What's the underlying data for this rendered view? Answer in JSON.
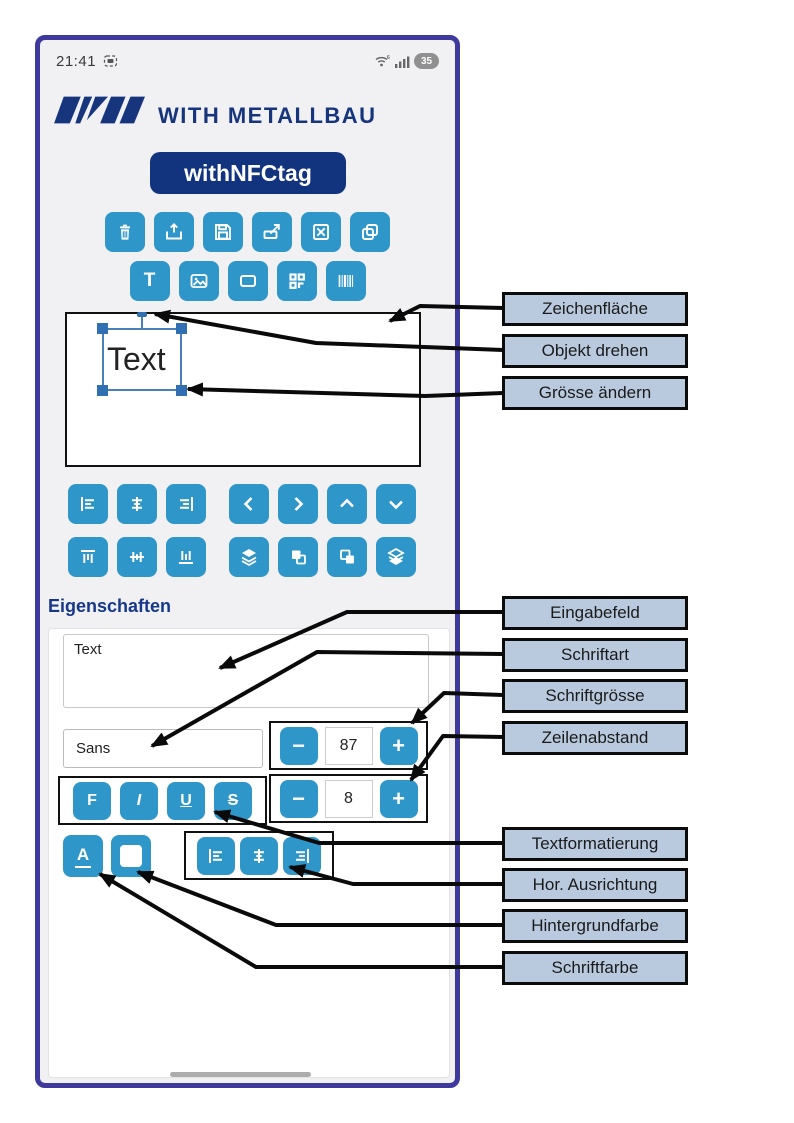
{
  "status_bar": {
    "time": "21:41",
    "battery_level": "35",
    "left_icons": [
      "screen-cast"
    ],
    "right_icons": [
      "wifi-6",
      "signal-strength",
      "battery"
    ]
  },
  "header": {
    "brand": "WITH METALLBAU",
    "app_name": "withNFCtag"
  },
  "toolbar": {
    "row1_icons": [
      "trash",
      "open",
      "save",
      "export",
      "clear",
      "duplicate"
    ],
    "row2_icons": [
      "add-text",
      "add-image",
      "add-shape",
      "add-qrcode",
      "add-barcode"
    ],
    "text_tool_label": "T"
  },
  "canvas": {
    "object_text": "Text"
  },
  "object_tools": {
    "row1_icons": [
      "align-left",
      "align-center-horizontal",
      "align-right",
      "move-left",
      "move-right",
      "move-up",
      "move-down"
    ],
    "row2_icons": [
      "align-top",
      "align-middle-vertical",
      "align-bottom",
      "bring-forward",
      "bring-to-front",
      "send-to-back",
      "send-backward"
    ]
  },
  "properties": {
    "heading": "Eigenschaften",
    "text_value": "Text",
    "font_family": "Sans",
    "font_size": "87",
    "line_spacing": "8",
    "minus": "−",
    "plus": "+",
    "format_buttons": [
      {
        "label": "F"
      },
      {
        "label": "I"
      },
      {
        "label": "U"
      },
      {
        "label": "S"
      }
    ],
    "font_color_label": "A",
    "align_icons": [
      "align-left",
      "align-center-horizontal",
      "align-right"
    ]
  },
  "annotations": {
    "items": [
      {
        "label": "Zeichenfläche"
      },
      {
        "label": "Objekt drehen"
      },
      {
        "label": "Grösse ändern"
      },
      {
        "label": "Eingabefeld"
      },
      {
        "label": "Schriftart"
      },
      {
        "label": "Schriftgrösse"
      },
      {
        "label": "Zeilenabstand"
      },
      {
        "label": "Textformatierung"
      },
      {
        "label": "Hor. Ausrichtung"
      },
      {
        "label": "Hintergrundfarbe"
      },
      {
        "label": "Schriftfarbe"
      }
    ]
  },
  "colors": {
    "accent_blue": "#2e96c8",
    "brand_navy": "#16357d",
    "frame_border": "#3e3a9d",
    "annotation_fill": "#b9cadf",
    "selection_blue": "#4b7fba"
  }
}
